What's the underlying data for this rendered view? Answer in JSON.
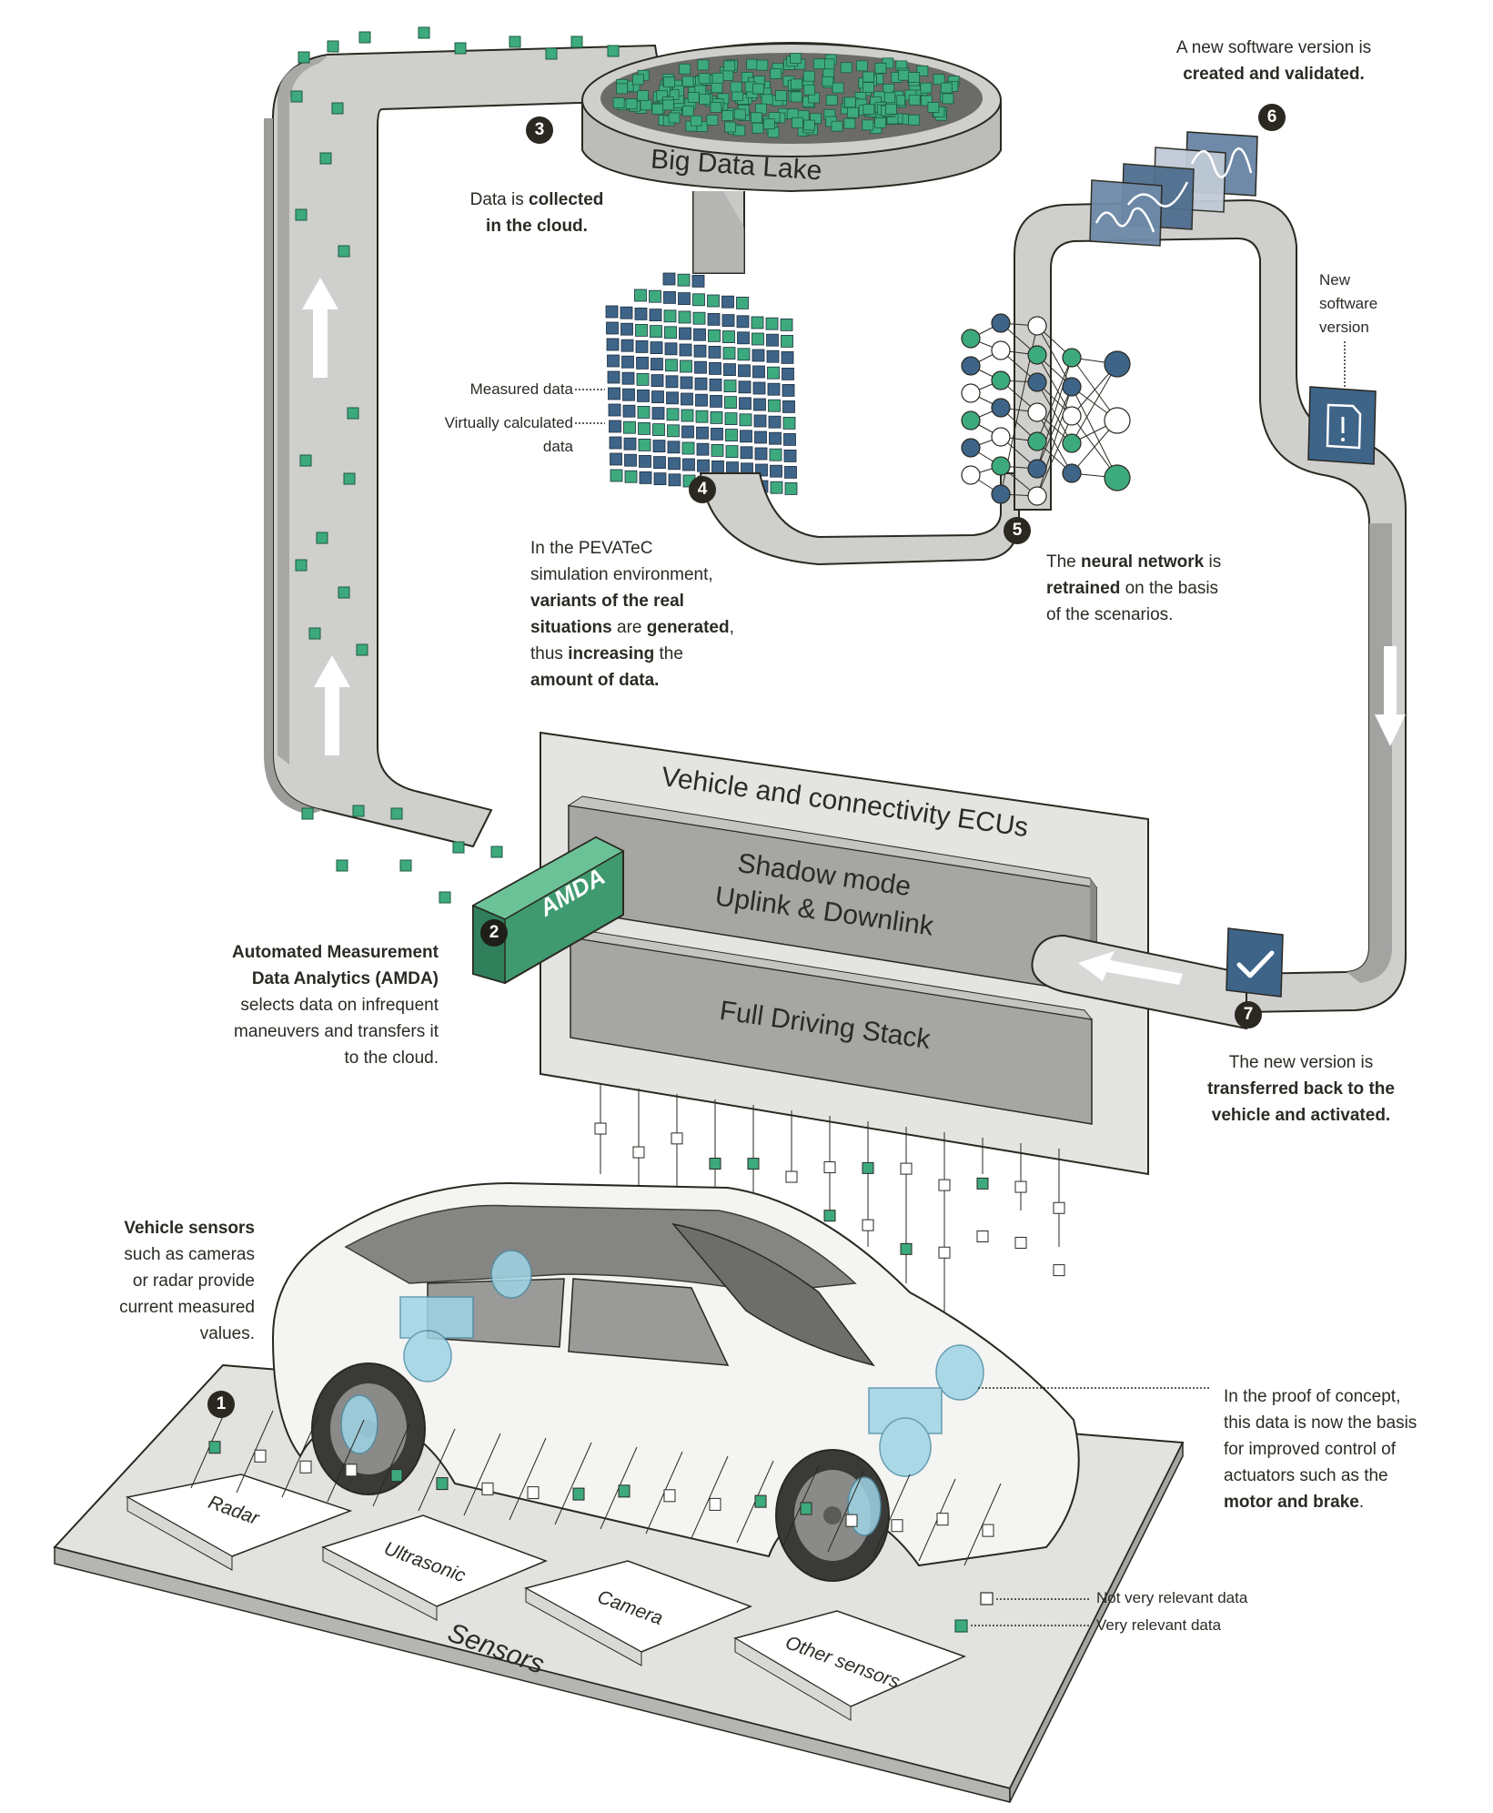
{
  "title": "Data loop from vehicle sensors to cloud and back",
  "colors": {
    "relevant_green": "#3daa7e",
    "network_blue": "#3e6488",
    "panel_blue": "#4f6e8f",
    "belt_gray": "#c9c9c7",
    "belt_dark": "#9c9c9a",
    "ecu_light": "#e4e4e2",
    "ecu_dark": "#a6a6a4",
    "amda_green": "#4aa77b",
    "badge_dark": "#2a2820",
    "text": "#2b2a24"
  },
  "steps": [
    {
      "number": "1",
      "name": "vehicle-sensors"
    },
    {
      "number": "2",
      "name": "amda"
    },
    {
      "number": "3",
      "name": "big-data-lake"
    },
    {
      "number": "4",
      "name": "simulation"
    },
    {
      "number": "5",
      "name": "neural-network"
    },
    {
      "number": "6",
      "name": "new-software-version"
    },
    {
      "number": "7",
      "name": "transfer-back"
    }
  ],
  "labels": {
    "big_data_lake": "Big Data Lake",
    "amda_box": "AMDA",
    "ecu_title": "Vehicle and connectivity ECUs",
    "shadow_mode_line1": "Shadow mode",
    "shadow_mode_line2": "Uplink & Downlink",
    "full_driving_stack": "Full Driving Stack",
    "sensors_platform": "Sensors",
    "sensor_boxes": [
      "Radar",
      "Ultrasonic",
      "Camera",
      "Other sensors"
    ],
    "measured_data": "Measured data",
    "virtually_calculated_1": "Virtually calculated",
    "virtually_calculated_2": "data",
    "new_software_1": "New",
    "new_software_2": "software",
    "new_software_3": "version",
    "legend_not_relevant": "Not very relevant data",
    "legend_relevant": "Very relevant data"
  },
  "annotations": {
    "collected": {
      "pre": "Data is ",
      "bold1": "collected",
      "bold2": "in the cloud."
    },
    "software_version": {
      "line1": "A new software version is",
      "bold": "created and validated."
    },
    "simulation": {
      "l1": "In the PEVATeC",
      "l2": "simulation environment,",
      "l3b": "variants of the real",
      "l4b": "situations",
      "l4m": " are ",
      "l4b2": "generated",
      "l4e": ",",
      "l5": "thus ",
      "l5b": "increasing",
      "l5e": " the",
      "l6b": "amount of data."
    },
    "neural": {
      "l1a": "The ",
      "l1b": "neural network",
      "l1c": " is",
      "l2b": "retrained",
      "l2c": " on the basis",
      "l3": "of the scenarios."
    },
    "amda": {
      "b1": "Automated Measurement",
      "b2": "Data Analytics (AMDA)",
      "l3": "selects data on infrequent",
      "l4": "maneuvers and transfers it",
      "l5": "to the cloud."
    },
    "transfer_back": {
      "l1": "The new version is",
      "b2": "transferred back to the",
      "b3": "vehicle and activated."
    },
    "vehicle_sensors": {
      "b1": "Vehicle sensors",
      "l2": "such as cameras",
      "l3": "or radar provide",
      "l4": "current measured",
      "l5": "values."
    },
    "proof_of_concept": {
      "l1": "In the proof of concept,",
      "l2": "this data is now the basis",
      "l3": "for improved control of",
      "l4": "actuators such as the",
      "b5": "motor and brake",
      "e5": "."
    }
  }
}
